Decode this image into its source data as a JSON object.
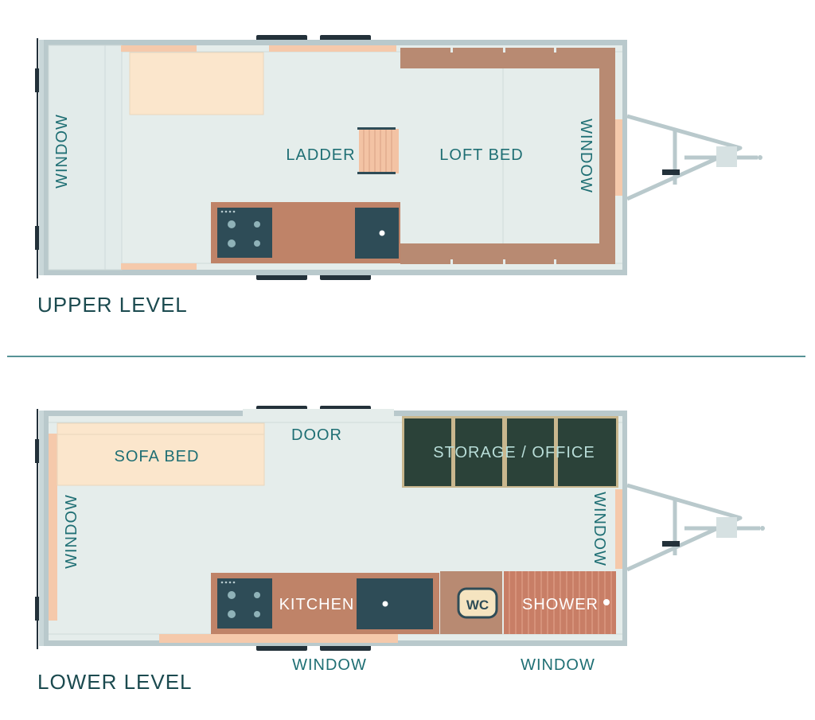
{
  "colors": {
    "floor": "#e5edeb",
    "frame": "#b9c9cc",
    "wood_trim": "#f5c9ab",
    "cushion": "#fbe6cc",
    "loft_frame": "#b88a72",
    "counter": "#bf8368",
    "appliance": "#2e4c57",
    "storage": "#2b4239",
    "wheel": "#23313a",
    "text": "#1f6f74",
    "divider": "#1f6f74"
  },
  "upper_level": {
    "title": "UPPER LEVEL",
    "labels": {
      "window_left": "WINDOW",
      "window_right": "WINDOW",
      "ladder": "LADDER",
      "loft_bed": "LOFT BED"
    }
  },
  "lower_level": {
    "title": "LOWER LEVEL",
    "labels": {
      "sofa_bed": "SOFA BED",
      "door": "DOOR",
      "storage_office": "STORAGE / OFFICE",
      "window_left": "WINDOW",
      "window_right": "WINDOW",
      "kitchen": "KITCHEN",
      "wc": "WC",
      "shower": "SHOWER",
      "window_bottom_1": "WINDOW",
      "window_bottom_2": "WINDOW"
    }
  }
}
